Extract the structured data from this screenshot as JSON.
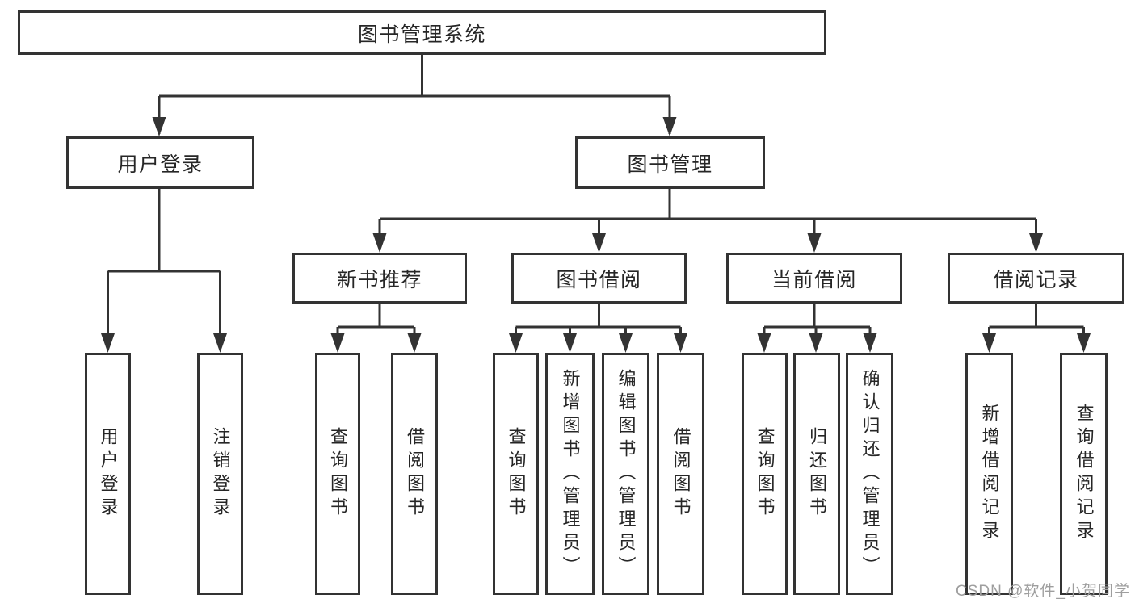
{
  "tree": {
    "label": "图书管理系统",
    "children": [
      {
        "label": "用户登录",
        "children": [
          {
            "label": "用户登录"
          },
          {
            "label": "注销登录"
          }
        ]
      },
      {
        "label": "图书管理",
        "children": [
          {
            "label": "新书推荐",
            "children": [
              {
                "label": "查询图书"
              },
              {
                "label": "借阅图书"
              }
            ]
          },
          {
            "label": "图书借阅",
            "children": [
              {
                "label": "查询图书"
              },
              {
                "label": "新增图书（管理员）"
              },
              {
                "label": "编辑图书（管理员）"
              },
              {
                "label": "借阅图书"
              }
            ]
          },
          {
            "label": "当前借阅",
            "children": [
              {
                "label": "查询图书"
              },
              {
                "label": "归还图书"
              },
              {
                "label": "确认归还（管理员）"
              }
            ]
          },
          {
            "label": "借阅记录",
            "children": [
              {
                "label": "新增借阅记录"
              },
              {
                "label": "查询借阅记录"
              }
            ]
          }
        ]
      }
    ]
  },
  "watermark": "CSDN @软件_小贺同学",
  "colors": {
    "line": "#333333",
    "box_border": "#333333",
    "text": "#262626",
    "watermark": "#9e9e9e",
    "background": "#ffffff"
  }
}
